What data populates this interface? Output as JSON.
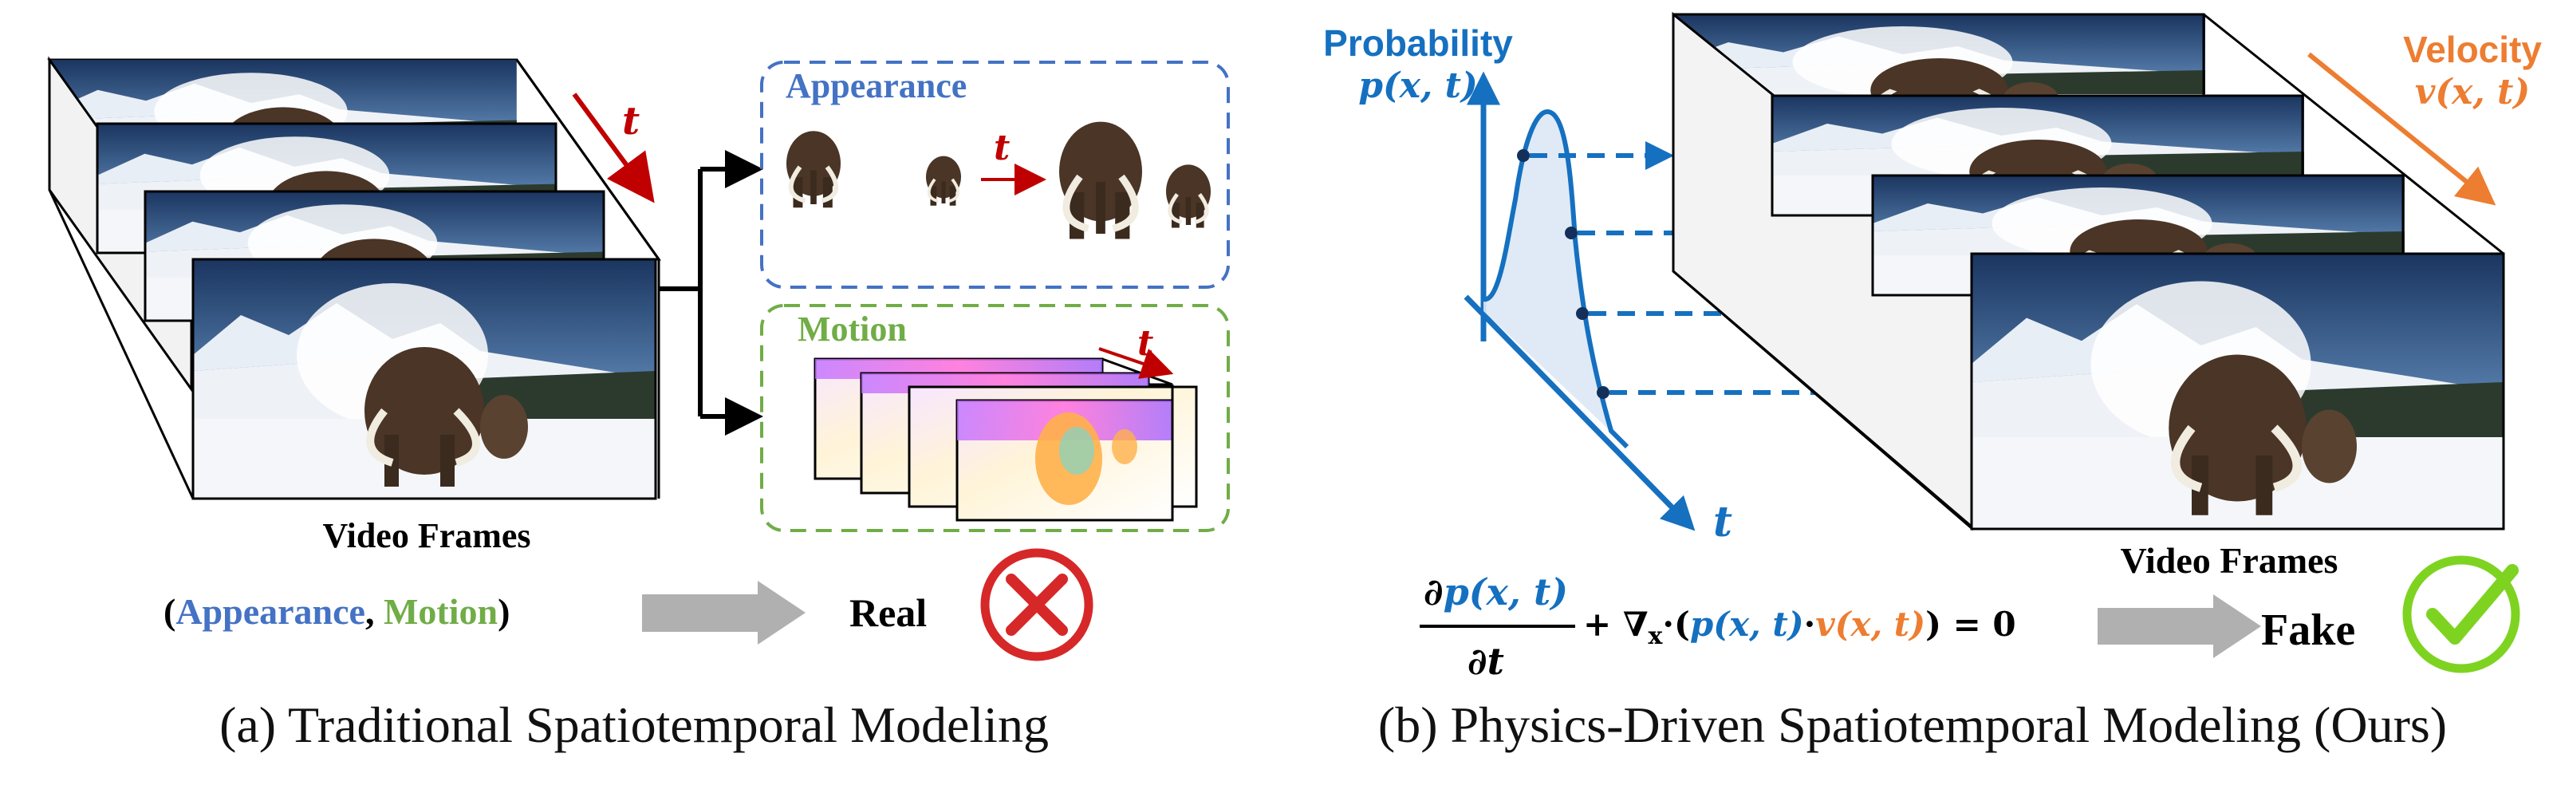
{
  "left": {
    "time_label": "t",
    "frames_label": "Video Frames",
    "appearance_box": {
      "title": "Appearance",
      "time_label": "t"
    },
    "motion_box": {
      "title": "Motion",
      "time_label": "t"
    },
    "tuple": {
      "open": "(",
      "appearance": "Appearance",
      "comma": ", ",
      "motion": "Motion",
      "close": ")"
    },
    "result": "Real",
    "caption": "(a) Traditional Spatiotemporal Modeling"
  },
  "right": {
    "prob_title": "Probability",
    "prob_expr": "p(x, t)",
    "axis_t": "t",
    "velocity_title": "Velocity",
    "velocity_expr": "v(x, t)",
    "frames_label": "Video Frames",
    "equation": {
      "numerator_d": "∂",
      "numerator_p": "p(x, t)",
      "denominator": "∂t",
      "plus_nabla": "+ ∇",
      "nabla_sub": "x",
      "dot_paren": "·(",
      "p_term": "p(x, t)",
      "dot": "·",
      "v_term": "v(x, t)",
      "rhs": ") = 0"
    },
    "result": "Fake",
    "caption": "(b) Physics-Driven Spatiotemporal Modeling (Ours)"
  },
  "colors": {
    "appearance_blue": "#4472c4",
    "motion_green": "#70ad47",
    "prob_blue": "#1570c0",
    "velocity_orange": "#ed7d31",
    "wrong_red": "#d62828",
    "check_green": "#7ed321",
    "time_arrow_red": "#c00000"
  }
}
